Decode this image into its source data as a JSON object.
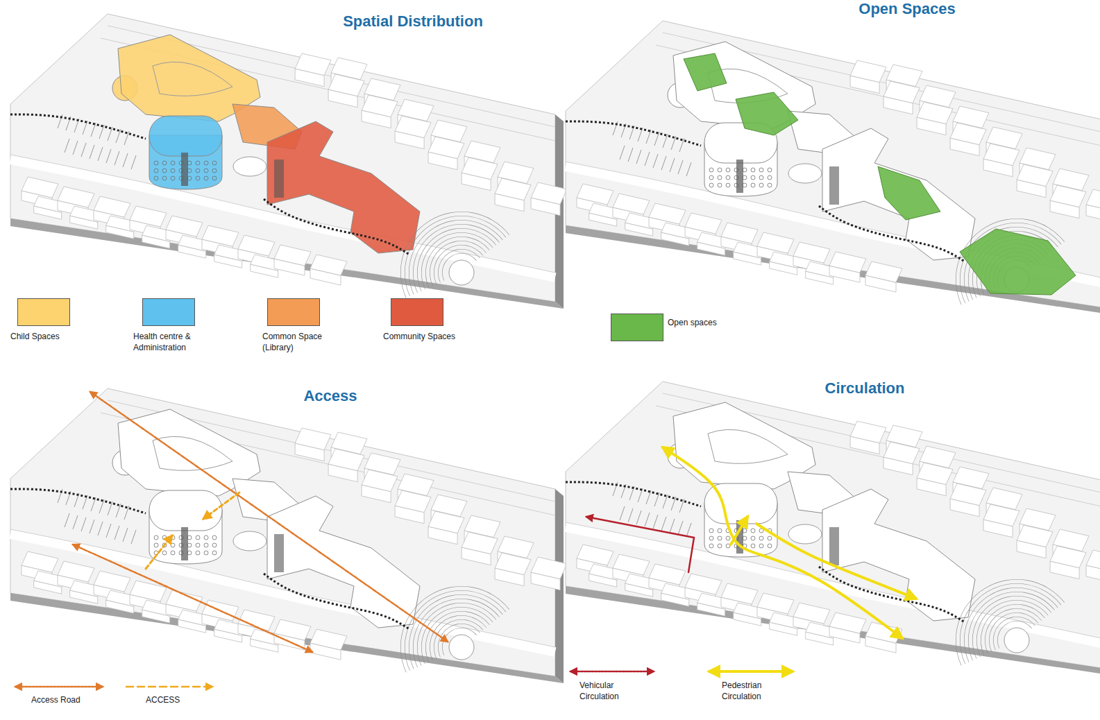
{
  "diagram": {
    "labels": [
      "Spatial Distribution",
      "Open Spaces",
      "Access",
      "Circulation"
    ],
    "legend": [
      {
        "text": "Child Spaces",
        "color": "#fdd36f"
      },
      {
        "text": "Health centre & Administration",
        "color": "#5ec1ee"
      },
      {
        "text": "Common Space (Library)",
        "color": "#f39c55"
      },
      {
        "text": "Community Spaces",
        "color": "#e05a40"
      },
      {
        "text": "Open spaces",
        "color": "#6ab84a"
      },
      {
        "text": "Access Road"
      },
      {
        "text": "ACCESS"
      },
      {
        "text": "Vehicular Circulation"
      },
      {
        "text": "Pedestrian Circulation"
      }
    ]
  }
}
